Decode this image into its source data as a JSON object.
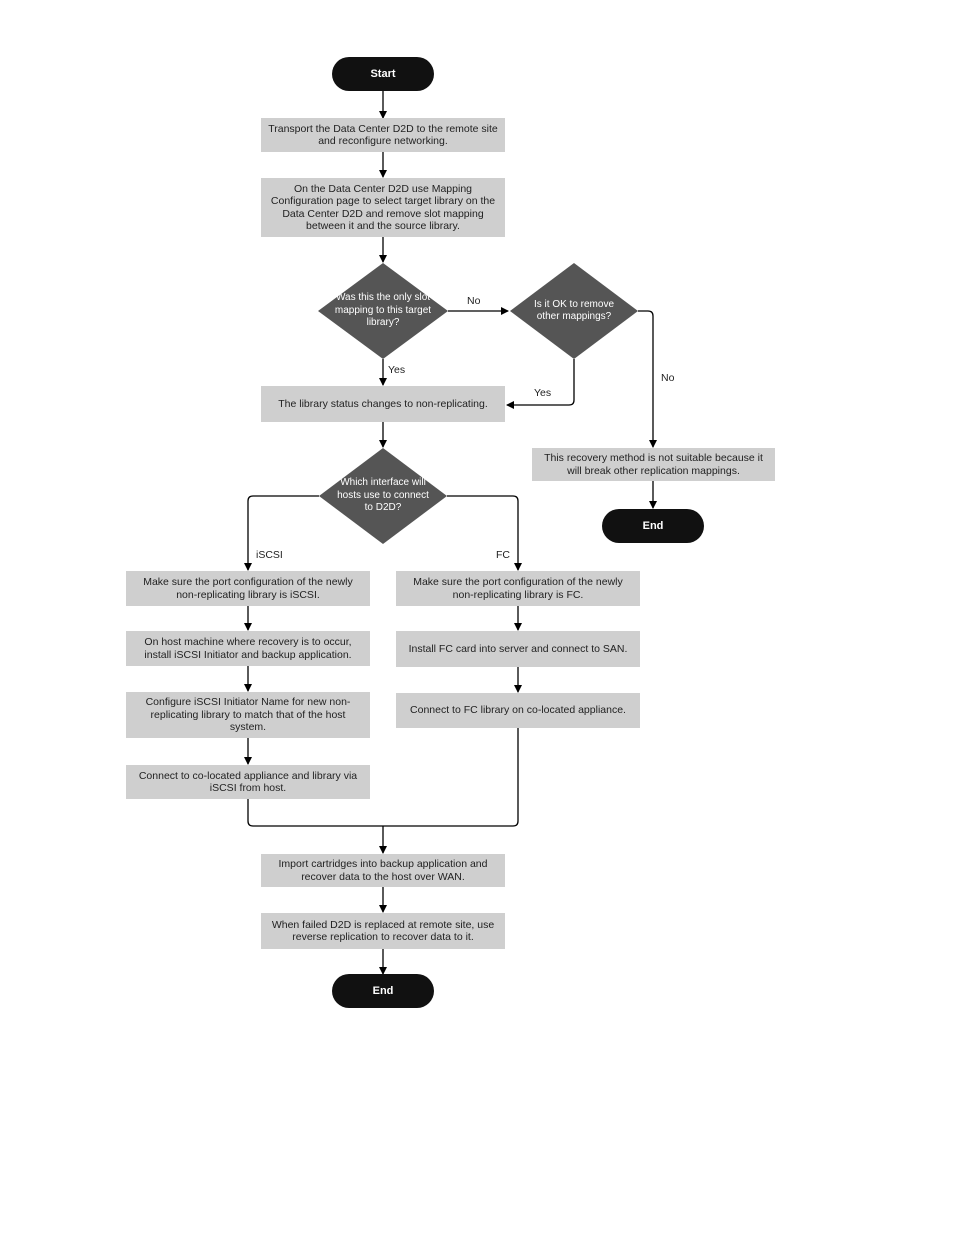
{
  "terminals": {
    "start": "Start",
    "end_right": "End",
    "end_bottom": "End"
  },
  "steps": {
    "transport": "Transport the Data Center D2D to the remote site and reconfigure networking.",
    "mapping": "On the Data Center D2D use Mapping Configuration page to select target library on the Data Center D2D and remove slot mapping between it and the source library.",
    "status": "The library status changes to non-replicating.",
    "not_suitable": "This recovery method is not suitable because it will break other replication mappings.",
    "iscsi_port": "Make sure the port configuration of the newly non-replicating library is iSCSI.",
    "iscsi_install": "On host machine where recovery is to occur, install iSCSI Initiator and backup application.",
    "iscsi_configure": "Configure iSCSI Initiator Name for new non-replicating library to match that of the host system.",
    "iscsi_connect": "Connect to co-located appliance and library via iSCSI from host.",
    "fc_port": "Make sure the port configuration of the newly non-replicating library is FC.",
    "fc_install": "Install FC card into server and connect to SAN.",
    "fc_connect": "Connect to FC library on co-located appliance.",
    "import": "Import cartridges into backup application and recover data to the host over WAN.",
    "reverse": "When failed D2D is replaced at remote site, use reverse replication to recover data to it."
  },
  "decisions": {
    "only_mapping": "Was this the only slot mapping to this target library?",
    "ok_remove": "Is it OK to remove other mappings?",
    "interface": "Which interface will hosts use to connect to D2D?"
  },
  "edge_labels": {
    "no_1": "No",
    "yes_1": "Yes",
    "yes_2": "Yes",
    "no_2": "No",
    "iscsi": "iSCSI",
    "fc": "FC"
  }
}
